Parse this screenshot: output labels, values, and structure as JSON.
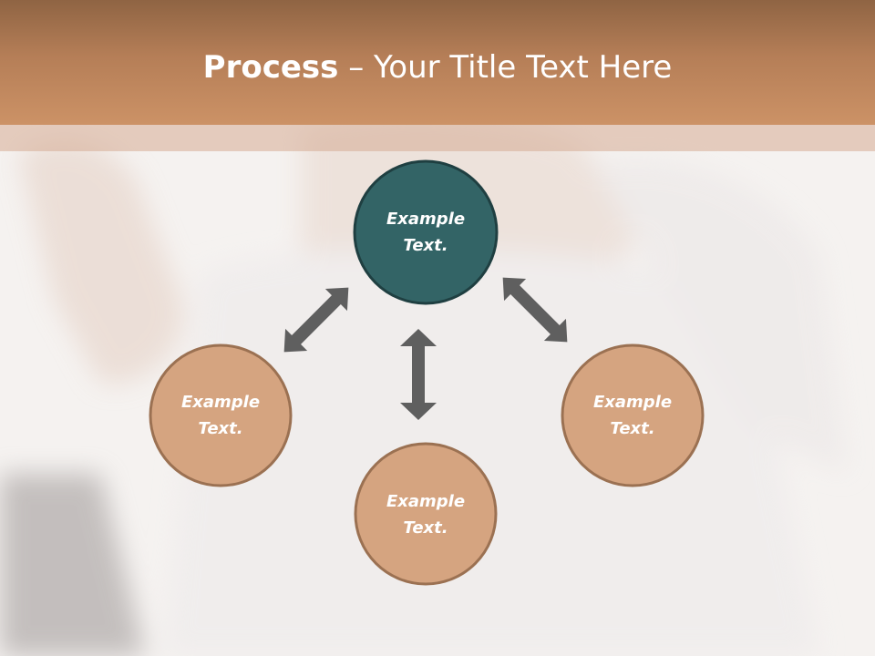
{
  "title": {
    "bold": "Process",
    "dash": " – ",
    "rest": "Your Title Text Here"
  },
  "nodes": [
    {
      "line1": "Example",
      "line2": "Text."
    },
    {
      "line1": "Example",
      "line2": "Text."
    },
    {
      "line1": "Example",
      "line2": "Text."
    },
    {
      "line1": "Example",
      "line2": "Text."
    }
  ],
  "colors": {
    "header": "#c48b61",
    "accent_node": "#336466",
    "node_fill": "#d5a480",
    "node_border": "#9b7152",
    "arrow": "#5f5f5f"
  }
}
